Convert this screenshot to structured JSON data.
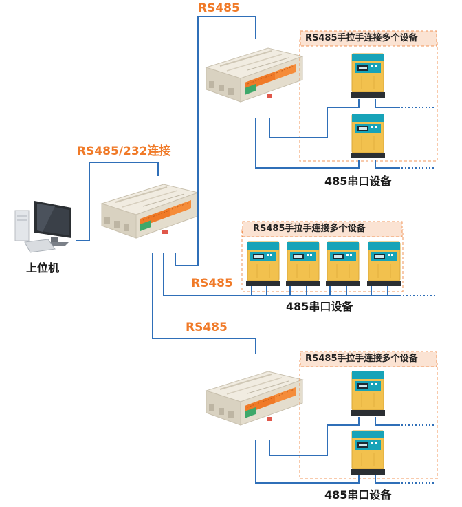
{
  "labels": {
    "rs485_top": "RS485",
    "rs485_232": "RS485/232连接",
    "rs485_mid": "RS485",
    "rs485_bottom": "RS485",
    "host_computer": "上位机",
    "group_title_1": "RS485手拉手连接多个设备",
    "group_title_2": "RS485手拉手连接多个设备",
    "group_title_3": "RS485手拉手连接多个设备",
    "serial_devices_1": "485串口设备",
    "serial_devices_2": "485串口设备",
    "serial_devices_3": "485串口设备"
  },
  "colors": {
    "line_blue": "#2f6fb8",
    "label_orange": "#f07a28",
    "box_dash": "#f0955a",
    "box_title_bg": "#fbe3d3",
    "device_yellow": "#f2c14e",
    "device_teal": "#17a3b8",
    "device_dark": "#2b2f33",
    "controller_body": "#e7e1d3",
    "terminal_orange": "#f07a28",
    "terminal_green": "#3ea86a"
  },
  "icons": [
    "desktop-computer-icon",
    "io-controller-icon",
    "serial-device-icon"
  ]
}
